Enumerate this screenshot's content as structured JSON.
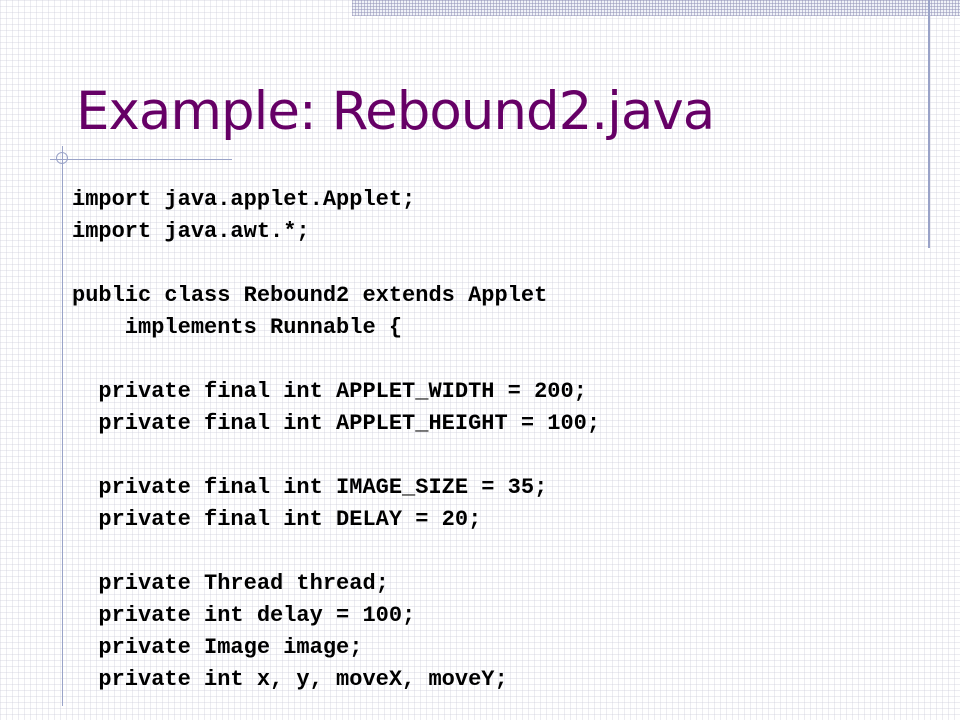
{
  "slide": {
    "title": "Example: Rebound2.java",
    "code_lines": [
      "import java.applet.Applet;",
      "import java.awt.*;",
      "",
      "public class Rebound2 extends Applet",
      "    implements Runnable {",
      "",
      "  private final int APPLET_WIDTH = 200;",
      "  private final int APPLET_HEIGHT = 100;",
      "",
      "  private final int IMAGE_SIZE = 35;",
      "  private final int DELAY = 20;",
      "",
      "  private Thread thread;",
      "  private int delay = 100;",
      "  private Image image;",
      "  private int x, y, moveX, moveY;"
    ]
  },
  "colors": {
    "title": "#660066",
    "code": "#000000",
    "accent_lines": "#9aa3c8"
  }
}
